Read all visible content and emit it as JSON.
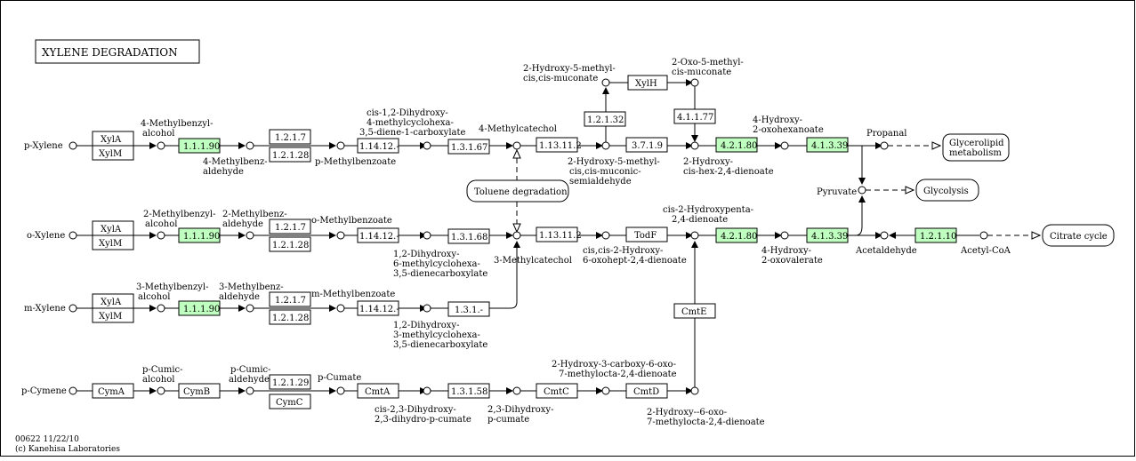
{
  "title": "XYLENE DEGRADATION",
  "footer": {
    "line1": "00622 11/22/10",
    "line2": "(c) Kanehisa Laboratories"
  },
  "colors": {
    "enzyme_present": "#bfffbf",
    "line": "#000000",
    "background": "#ffffff"
  },
  "pathways": {
    "toluene": "Toluene degradation",
    "glycerolipid_1": "Glycerolipid",
    "glycerolipid_2": "metabolism",
    "glycolysis": "Glycolysis",
    "citrate": "Citrate cycle"
  },
  "enzymes": {
    "xyla_1": "XylA",
    "xylm_1": "XylM",
    "e1_1_1_90_a": "1.1.1.90",
    "e1_2_1_7_a": "1.2.1.7",
    "e1_2_1_28_a": "1.2.1.28",
    "e1_14_12_a": "1.14.12.-",
    "e1_3_1_67": "1.3.1.67",
    "e1_13_11_2_a": "1.13.11.2",
    "e3_7_1_9": "3.7.1.9",
    "e1_2_1_32": "1.2.1.32",
    "xylh": "XylH",
    "e4_1_1_77": "4.1.1.77",
    "e4_2_1_80_a": "4.2.1.80",
    "e4_1_3_39_a": "4.1.3.39",
    "xyla_2": "XylA",
    "xylm_2": "XylM",
    "e1_1_1_90_b": "1.1.1.90",
    "e1_2_1_7_b": "1.2.1.7",
    "e1_2_1_28_b": "1.2.1.28",
    "e1_14_12_b": "1.14.12.-",
    "e1_3_1_68": "1.3.1.68",
    "e1_13_11_2_b": "1.13.11.2",
    "todf": "TodF",
    "e4_2_1_80_b": "4.2.1.80",
    "e4_1_3_39_b": "4.1.3.39",
    "e1_2_1_10": "1.2.1.10",
    "xyla_3": "XylA",
    "xylm_3": "XylM",
    "e1_1_1_90_c": "1.1.1.90",
    "e1_2_1_7_c": "1.2.1.7",
    "e1_2_1_28_c": "1.2.1.28",
    "e1_14_12_c": "1.14.12.-",
    "e1_3_1_x": "1.3.1.-",
    "cmte": "CmtE",
    "cyma": "CymA",
    "cymb": "CymB",
    "e1_2_1_29": "1.2.1.29",
    "cymc": "CymC",
    "cmta": "CmtA",
    "e1_3_1_58": "1.3.1.58",
    "cmtc": "CmtC",
    "cmtd": "CmtD"
  },
  "compounds": {
    "p_xylene": "p-Xylene",
    "mbzalc_1": "4-Methylbenzyl-",
    "mbzalc_2": "alcohol",
    "mbzald_1": "4-Methylbenz-",
    "mbzald_2": "aldehyde",
    "pmb": "p-Methylbenzoate",
    "cisdhd_1": "cis-1,2-Dihydroxy-",
    "cisdhd_2": "4-methylcyclohexa-",
    "cisdhd_3": "3,5-diene-1-carboxylate",
    "mcat4": "4-Methylcatechol",
    "hmm_1": "2-Hydroxy-5-methyl-",
    "hmm_2": "cis,cis-muconate",
    "omm_1": "2-Oxo-5-methyl-",
    "omm_2": "cis-muconate",
    "hmms_1": "2-Hydroxy-5-methyl-",
    "hmms_2": "cis,cis-muconic-",
    "hmms_3": "semialdehyde",
    "hhd_1": "2-Hydroxy-",
    "hhd_2": "cis-hex-2,4-dienoate",
    "hoh_1": "4-Hydroxy-",
    "hoh_2": "2-oxohexanoate",
    "propanal": "Propanal",
    "pyruvate": "Pyruvate",
    "o_xylene": "o-Xylene",
    "m2alc_1": "2-Methylbenzyl-",
    "m2alc_2": "alcohol",
    "m2ald_1": "2-Methylbenz-",
    "m2ald_2": "aldehyde",
    "omb": "o-Methylbenzoate",
    "dh6_1": "1,2-Dihydroxy-",
    "dh6_2": "6-methylcyclohexa-",
    "dh6_3": "3,5-dienecarboxylate",
    "mcat3": "3-Methylcatechol",
    "ccdo_1": "cis,cis-2-Hydroxy-",
    "ccdo_2": "6-oxohept-2,4-dienoate",
    "chp_1": "cis-2-Hydroxypenta-",
    "chp_2": "2,4-dienoate",
    "hov_1": "4-Hydroxy-",
    "hov_2": "2-oxovalerate",
    "acetaldehyde": "Acetaldehyde",
    "acetylcoa": "Acetyl-CoA",
    "m_xylene": "m-Xylene",
    "m3alc_1": "3-Methylbenzyl-",
    "m3alc_2": "alcohol",
    "m3ald_1": "3-Methylbenz-",
    "m3ald_2": "aldehyde",
    "mmb": "m-Methylbenzoate",
    "dh3_1": "1,2-Dihydroxy-",
    "dh3_2": "3-methylcyclohexa-",
    "dh3_3": "3,5-dienecarboxylate",
    "p_cymene": "p-Cymene",
    "pcalc_1": "p-Cumic-",
    "pcalc_2": "alcohol",
    "pcald_1": "p-Cumic-",
    "pcald_2": "aldehyde",
    "pcumate": "p-Cumate",
    "cdhp_1": "cis-2,3-Dihydroxy-",
    "cdhp_2": "2,3-dihydro-p-cumate",
    "dhpc_1": "2,3-Dihydroxy-",
    "dhpc_2": "p-cumate",
    "hcmo_1": "2-Hydroxy-3-carboxy-6-oxo-",
    "hcmo_2": "7-methylocta-2,4-dienoate",
    "hmo_1": "2-Hydroxy--6-oxo-",
    "hmo_2": "7-methylocta-2,4-dienoate"
  }
}
